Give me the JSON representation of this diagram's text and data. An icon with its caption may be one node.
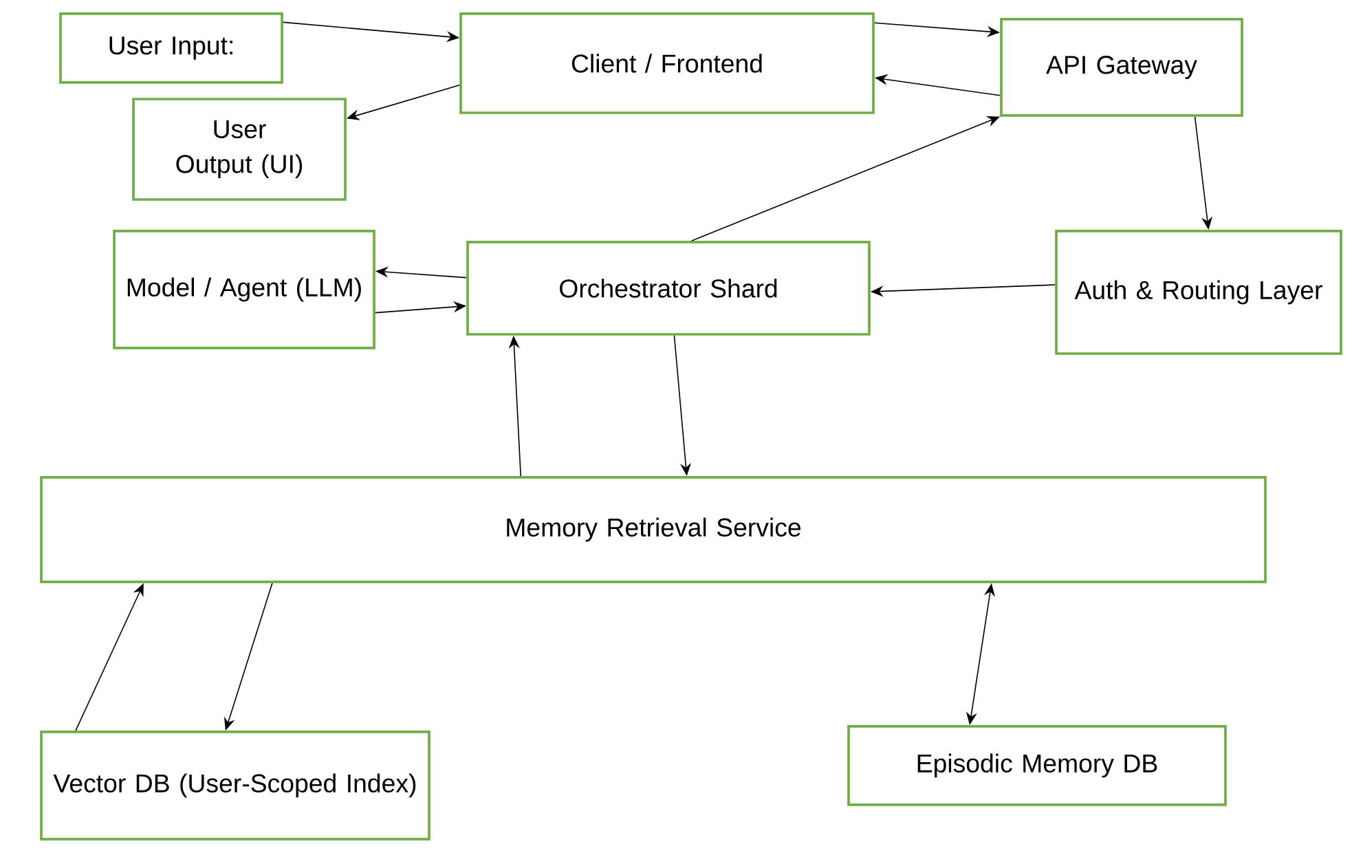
{
  "diagram": {
    "nodes": [
      {
        "text": [
          "User Input:"
        ]
      },
      {
        "text": [
          "Client / Frontend"
        ]
      },
      {
        "text": [
          "API Gateway"
        ]
      },
      {
        "text": [
          "User Output (UI)"
        ]
      },
      {
        "text": [
          "Model / Agent (LLM)"
        ]
      },
      {
        "text": [
          "Orchestrator Shard"
        ]
      },
      {
        "text": [
          "Auth & Routing Layer"
        ]
      },
      {
        "text": [
          "Memory Retrieval Service"
        ]
      },
      {
        "text": [
          "Vector DB (User-Scoped Index)"
        ]
      },
      {
        "text": [
          "Episodic Memory DB"
        ]
      }
    ],
    "edges": [
      {
        "from": 0,
        "to": 1,
        "arrow": "to"
      },
      {
        "from": 1,
        "to": 2,
        "arrow": "to"
      },
      {
        "from": 2,
        "to": 1,
        "arrow": "to"
      },
      {
        "from": 1,
        "to": 3,
        "arrow": "to"
      },
      {
        "from": 2,
        "to": 6,
        "arrow": "to"
      },
      {
        "from": 6,
        "to": 5,
        "arrow": "to"
      },
      {
        "from": 5,
        "to": 4,
        "arrow": "to"
      },
      {
        "from": 4,
        "to": 5,
        "arrow": "to"
      },
      {
        "from": 5,
        "to": 2,
        "arrow": "to"
      },
      {
        "from": 7,
        "to": 5,
        "arrow": "to"
      },
      {
        "from": 5,
        "to": 7,
        "arrow": "to"
      },
      {
        "from": 8,
        "to": 7,
        "arrow": "to"
      },
      {
        "from": 7,
        "to": 8,
        "arrow": "to"
      },
      {
        "from": 7,
        "to": 9,
        "arrow": "both"
      }
    ]
  }
}
